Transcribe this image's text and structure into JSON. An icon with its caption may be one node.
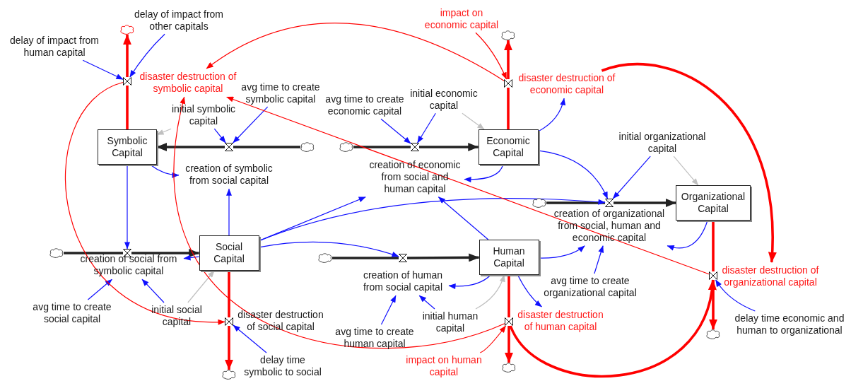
{
  "diagram": {
    "nodes": [
      {
        "text": [
          "delay of impact from other capitals"
        ]
      },
      {
        "text": [],
        "shape": "cloud"
      },
      {
        "text": [
          "impact on economic capital"
        ]
      },
      {
        "text": [],
        "shape": "cloud"
      },
      {
        "text": [
          "delay of impact from human capital"
        ]
      },
      {
        "text": [],
        "shape": "valve"
      },
      {
        "text": [
          "disaster destruction of symbolic capital"
        ]
      },
      {
        "text": [],
        "shape": "valve"
      },
      {
        "text": [
          "disaster destruction of economic capital"
        ]
      },
      {
        "text": [
          "avg time to create symbolic capital"
        ]
      },
      {
        "text": [
          "avg time to create economic capital"
        ]
      },
      {
        "text": [
          "initial economic capital"
        ]
      },
      {
        "text": [
          "initial symbolic capital"
        ]
      },
      {
        "text": [
          "initial organizational capital"
        ]
      },
      {
        "text": [
          "Symbolic Capital"
        ]
      },
      {
        "text": [],
        "shape": "valve"
      },
      {
        "text": [],
        "shape": "cloud"
      },
      {
        "text": [],
        "shape": "cloud"
      },
      {
        "text": [],
        "shape": "valve"
      },
      {
        "text": [
          "Economic Capital"
        ]
      },
      {
        "text": [
          "creation of symbolic from social capital"
        ]
      },
      {
        "text": [
          "creation of economic from social and human capital"
        ]
      },
      {
        "text": [
          "Organizational Capital"
        ]
      },
      {
        "text": [],
        "shape": "cloud"
      },
      {
        "text": [],
        "shape": "valve"
      },
      {
        "text": [
          "creation of organizational from social, human and economic capital"
        ]
      },
      {
        "text": [
          "Social Capital"
        ]
      },
      {
        "text": [
          "Human Capital"
        ]
      },
      {
        "text": [],
        "shape": "cloud"
      },
      {
        "text": [],
        "shape": "valve"
      },
      {
        "text": [],
        "shape": "cloud"
      },
      {
        "text": [],
        "shape": "valve"
      },
      {
        "text": [
          "creation of social from symbolic capital"
        ]
      },
      {
        "text": [
          "creation of human from social capital"
        ]
      },
      {
        "text": [
          "avg time to create organizational capital"
        ]
      },
      {
        "text": [
          "disaster destruction of organizational capital"
        ]
      },
      {
        "text": [],
        "shape": "valve"
      },
      {
        "text": [
          "avg time to create social capital"
        ]
      },
      {
        "text": [
          "initial social capital"
        ]
      },
      {
        "text": [
          "disaster destruction of social capital"
        ]
      },
      {
        "text": [],
        "shape": "valve"
      },
      {
        "text": [
          "disaster destruction of human capital"
        ]
      },
      {
        "text": [],
        "shape": "valve"
      },
      {
        "text": [
          "initial human capital"
        ]
      },
      {
        "text": [
          "delay time economic and human to organizational"
        ]
      },
      {
        "text": [
          "avg time to create human capital"
        ]
      },
      {
        "text": [],
        "shape": "cloud"
      },
      {
        "text": [
          "delay time symbolic to social"
        ]
      },
      {
        "text": [
          "impact on human capital"
        ]
      },
      {
        "text": [],
        "shape": "cloud"
      },
      {
        "text": [],
        "shape": "cloud"
      }
    ],
    "edges": [
      {
        "from": 16,
        "to": 15,
        "arrow": "none",
        "style": "thick",
        "color": "#222222"
      },
      {
        "from": 15,
        "to": 14,
        "arrow": "to",
        "style": "thick",
        "color": "#222222"
      },
      {
        "from": 17,
        "to": 18,
        "arrow": "none",
        "style": "thick",
        "color": "#222222"
      },
      {
        "from": 18,
        "to": 19,
        "arrow": "to",
        "style": "thick",
        "color": "#222222"
      },
      {
        "from": 23,
        "to": 24,
        "arrow": "none",
        "style": "thick",
        "color": "#222222"
      },
      {
        "from": 24,
        "to": 22,
        "arrow": "to",
        "style": "thick",
        "color": "#222222"
      },
      {
        "from": 28,
        "to": 29,
        "arrow": "none",
        "style": "thick",
        "color": "#222222"
      },
      {
        "from": 29,
        "to": 26,
        "arrow": "to",
        "style": "thick",
        "color": "#222222"
      },
      {
        "from": 30,
        "to": 31,
        "arrow": "none",
        "style": "thick",
        "color": "#222222"
      },
      {
        "from": 31,
        "to": 27,
        "arrow": "to",
        "style": "thick",
        "color": "#222222"
      },
      {
        "from": 14,
        "to": 5,
        "arrow": "none",
        "style": "thick",
        "color": "#ff0000"
      },
      {
        "from": 5,
        "to": 1,
        "arrow": "to",
        "style": "thick",
        "color": "#ff0000"
      },
      {
        "from": 19,
        "to": 7,
        "arrow": "none",
        "style": "thick",
        "color": "#ff0000"
      },
      {
        "from": 7,
        "to": 3,
        "arrow": "to",
        "style": "thick",
        "color": "#ff0000"
      },
      {
        "from": 26,
        "to": 40,
        "arrow": "none",
        "style": "thick",
        "color": "#ff0000"
      },
      {
        "from": 40,
        "to": 50,
        "arrow": "to",
        "style": "thick",
        "color": "#ff0000"
      },
      {
        "from": 27,
        "to": 42,
        "arrow": "none",
        "style": "thick",
        "color": "#ff0000"
      },
      {
        "from": 42,
        "to": 49,
        "arrow": "to",
        "style": "thick",
        "color": "#ff0000"
      },
      {
        "from": 22,
        "to": 36,
        "arrow": "none",
        "style": "thick",
        "color": "#ff0000"
      },
      {
        "from": 36,
        "to": 46,
        "arrow": "to",
        "style": "thick",
        "color": "#ff0000"
      },
      {
        "from": 4,
        "to": 5,
        "arrow": "to"
      },
      {
        "from": 0,
        "to": 5,
        "arrow": "to"
      },
      {
        "from": 12,
        "to": 15,
        "arrow": "to"
      },
      {
        "from": 9,
        "to": 15,
        "arrow": "to"
      },
      {
        "from": 12,
        "to": 14,
        "arrow": "to",
        "color": "#c0c0c0"
      },
      {
        "from": 14,
        "to": 20,
        "arrow": "to"
      },
      {
        "from": 14,
        "to": 29,
        "arrow": "to"
      },
      {
        "from": 26,
        "to": 20,
        "arrow": "to"
      },
      {
        "from": 10,
        "to": 18,
        "arrow": "to"
      },
      {
        "from": 11,
        "to": 18,
        "arrow": "to"
      },
      {
        "from": 11,
        "to": 19,
        "arrow": "to",
        "color": "#c0c0c0"
      },
      {
        "from": 2,
        "to": 7,
        "arrow": "to",
        "color": "#ff0000"
      },
      {
        "from": 19,
        "to": 8,
        "arrow": "to"
      },
      {
        "from": 19,
        "to": 21,
        "arrow": "to"
      },
      {
        "from": 19,
        "to": 24,
        "arrow": "to"
      },
      {
        "from": 13,
        "to": 24,
        "arrow": "to"
      },
      {
        "from": 13,
        "to": 22,
        "arrow": "to",
        "color": "#c0c0c0"
      },
      {
        "from": 26,
        "to": 21,
        "arrow": "to"
      },
      {
        "from": 26,
        "to": 24,
        "arrow": "to"
      },
      {
        "from": 26,
        "to": 31,
        "arrow": "to"
      },
      {
        "from": 26,
        "to": 32,
        "arrow": "to"
      },
      {
        "from": 27,
        "to": 21,
        "arrow": "to"
      },
      {
        "from": 27,
        "to": 25,
        "arrow": "to"
      },
      {
        "from": 22,
        "to": 25,
        "arrow": "to"
      },
      {
        "from": 34,
        "to": 25,
        "arrow": "to"
      },
      {
        "from": 27,
        "to": 33,
        "arrow": "to"
      },
      {
        "from": 43,
        "to": 33,
        "arrow": "to"
      },
      {
        "from": 45,
        "to": 33,
        "arrow": "to"
      },
      {
        "from": 43,
        "to": 27,
        "arrow": "to",
        "color": "#c0c0c0"
      },
      {
        "from": 27,
        "to": 41,
        "arrow": "to"
      },
      {
        "from": 48,
        "to": 42,
        "arrow": "to",
        "color": "#ff0000"
      },
      {
        "from": 37,
        "to": 32,
        "arrow": "to"
      },
      {
        "from": 38,
        "to": 32,
        "arrow": "to"
      },
      {
        "from": 38,
        "to": 26,
        "arrow": "to",
        "color": "#c0c0c0"
      },
      {
        "from": 47,
        "to": 40,
        "arrow": "to"
      },
      {
        "from": 44,
        "to": 36,
        "arrow": "to"
      },
      {
        "from": 5,
        "to": 40,
        "arrow": "to",
        "color": "#ff0000"
      },
      {
        "from": 42,
        "to": 6,
        "arrow": "to",
        "color": "#ff0000"
      },
      {
        "from": 7,
        "to": 6,
        "arrow": "to",
        "color": "#ff0000"
      },
      {
        "from": 36,
        "to": 6,
        "arrow": "to",
        "color": "#ff0000"
      },
      {
        "from": 8,
        "to": 35,
        "arrow": "to",
        "style": "thick",
        "color": "#ff0000"
      },
      {
        "from": 42,
        "to": 36,
        "arrow": "to",
        "style": "thick",
        "color": "#ff0000"
      }
    ]
  }
}
